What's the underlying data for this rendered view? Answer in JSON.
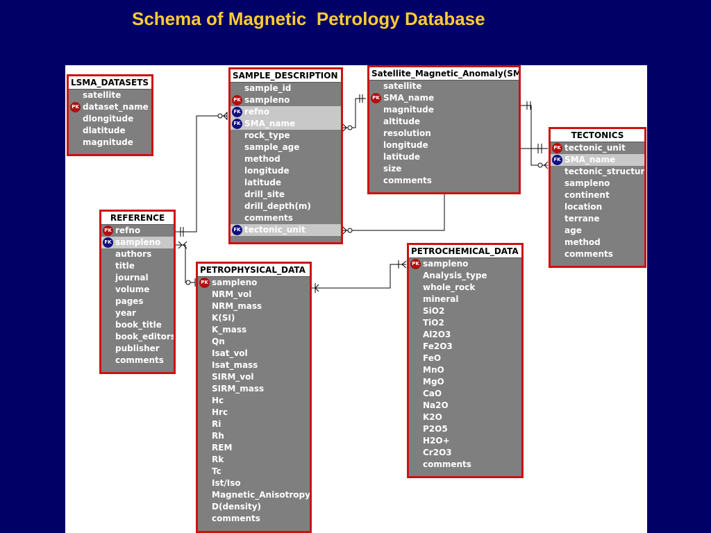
{
  "title": "Schema of Magnetic  Petrology Database",
  "colors": {
    "background": "#000066",
    "title": "#ffcc33",
    "canvas": "#ffffff",
    "entity_border": "#cc1111",
    "entity_body": "#7f7f7f",
    "pk_badge": "#b01010",
    "fk_badge": "#101080"
  },
  "key_labels": {
    "pk": "PK",
    "fk": "FK"
  },
  "entities": {
    "lsma_datasets": {
      "name": "LSMA_DATASETS",
      "fields": [
        {
          "name": "satellite"
        },
        {
          "name": "dataset_name",
          "key": "pk"
        },
        {
          "name": "dlongitude"
        },
        {
          "name": "dlatitude"
        },
        {
          "name": "magnitude"
        }
      ]
    },
    "sample_description": {
      "name": "SAMPLE_DESCRIPTION",
      "fields": [
        {
          "name": "sample_id"
        },
        {
          "name": "sampleno",
          "key": "pk"
        },
        {
          "name": "refno",
          "key": "fk"
        },
        {
          "name": "SMA_name",
          "key": "fk"
        },
        {
          "name": "rock_type"
        },
        {
          "name": "sample_age"
        },
        {
          "name": "method"
        },
        {
          "name": "longitude"
        },
        {
          "name": "latitude"
        },
        {
          "name": "drill_site"
        },
        {
          "name": "drill_depth(m)"
        },
        {
          "name": "comments"
        },
        {
          "name": "tectonic_unit",
          "key": "fk"
        }
      ]
    },
    "satellite_magnetic_anomaly": {
      "name": "Satellite_Magnetic_Anomaly(SMA)",
      "fields": [
        {
          "name": "satellite"
        },
        {
          "name": "SMA_name",
          "key": "pk"
        },
        {
          "name": "magnitude"
        },
        {
          "name": "altitude"
        },
        {
          "name": "resolution"
        },
        {
          "name": "longitude"
        },
        {
          "name": "latitude"
        },
        {
          "name": "size"
        },
        {
          "name": "comments"
        }
      ]
    },
    "tectonics": {
      "name": "TECTONICS",
      "fields": [
        {
          "name": "tectonic_unit",
          "key": "pk"
        },
        {
          "name": "SMA_name",
          "key": "fk"
        },
        {
          "name": "tectonic_structure"
        },
        {
          "name": "sampleno"
        },
        {
          "name": "continent"
        },
        {
          "name": "location"
        },
        {
          "name": "terrane"
        },
        {
          "name": "age"
        },
        {
          "name": "method"
        },
        {
          "name": "comments"
        }
      ]
    },
    "reference": {
      "name": "REFERENCE",
      "fields": [
        {
          "name": "refno",
          "key": "pk"
        },
        {
          "name": "sampleno",
          "key": "fk"
        },
        {
          "name": "authors"
        },
        {
          "name": "title"
        },
        {
          "name": "journal"
        },
        {
          "name": "volume"
        },
        {
          "name": "pages"
        },
        {
          "name": "year"
        },
        {
          "name": "book_title"
        },
        {
          "name": "book_editors"
        },
        {
          "name": "publisher"
        },
        {
          "name": "comments"
        }
      ]
    },
    "petrophysical_data": {
      "name": "PETROPHYSICAL_DATA",
      "fields": [
        {
          "name": "sampleno",
          "key": "pk"
        },
        {
          "name": "NRM_vol"
        },
        {
          "name": "NRM_mass"
        },
        {
          "name": "K(SI)"
        },
        {
          "name": "K_mass"
        },
        {
          "name": "Qn"
        },
        {
          "name": "Isat_vol"
        },
        {
          "name": "Isat_mass"
        },
        {
          "name": "SIRM_vol"
        },
        {
          "name": "SIRM_mass"
        },
        {
          "name": "Hc"
        },
        {
          "name": "Hrc"
        },
        {
          "name": "Ri"
        },
        {
          "name": "Rh"
        },
        {
          "name": "REM"
        },
        {
          "name": "Rk"
        },
        {
          "name": "Tc"
        },
        {
          "name": "Ist/Iso"
        },
        {
          "name": "Magnetic_Anisotropy"
        },
        {
          "name": "D(density)"
        },
        {
          "name": "comments"
        }
      ]
    },
    "petrochemical_data": {
      "name": "PETROCHEMICAL_DATA",
      "fields": [
        {
          "name": "sampleno",
          "key": "pk"
        },
        {
          "name": "Analysis_type"
        },
        {
          "name": "whole_rock"
        },
        {
          "name": "mineral"
        },
        {
          "name": "SiO2"
        },
        {
          "name": "TiO2"
        },
        {
          "name": "Al2O3"
        },
        {
          "name": "Fe2O3"
        },
        {
          "name": "FeO"
        },
        {
          "name": "MnO"
        },
        {
          "name": "MgO"
        },
        {
          "name": "CaO"
        },
        {
          "name": "Na2O"
        },
        {
          "name": "K2O"
        },
        {
          "name": "P2O5"
        },
        {
          "name": "H2O+"
        },
        {
          "name": "Cr2O3"
        },
        {
          "name": "comments"
        }
      ]
    }
  }
}
